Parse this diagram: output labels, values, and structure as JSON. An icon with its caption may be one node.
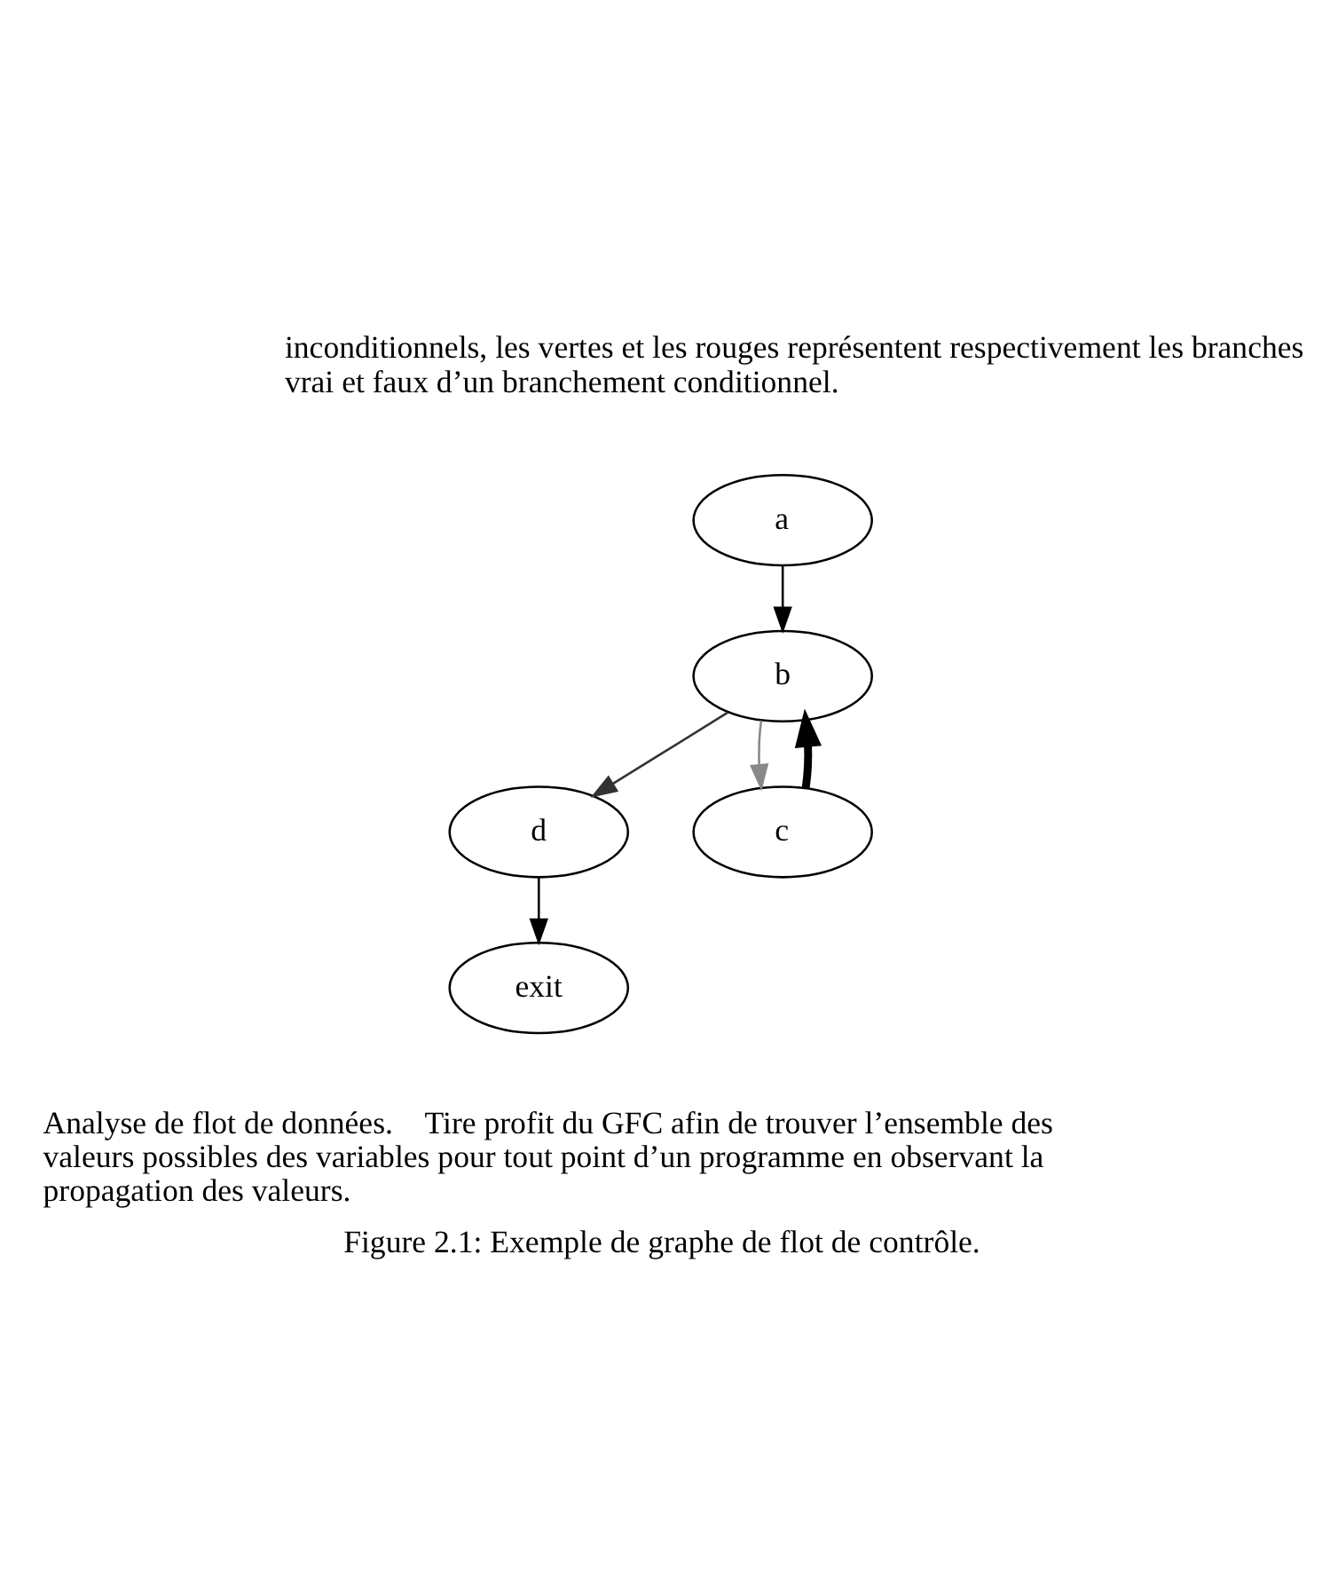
{
  "diagram": {
    "caption": "Figure 2.1: Exemple de graphe de flot de contrôle.",
    "nodes": [
      {
        "text": [
          "a"
        ]
      },
      {
        "text": [
          "b"
        ]
      },
      {
        "text": [
          "d"
        ]
      },
      {
        "text": [
          "c"
        ]
      },
      {
        "text": [
          "exit"
        ]
      }
    ],
    "edges": [
      {
        "from": 0,
        "to": 1,
        "arrow": "to"
      },
      {
        "from": 1,
        "to": 2,
        "arrow": "to",
        "color": "#333333"
      },
      {
        "from": 1,
        "to": 3,
        "arrow": "to",
        "color": "#888888"
      },
      {
        "from": 3,
        "to": 1,
        "arrow": "to",
        "style": "thick"
      },
      {
        "from": 2,
        "to": 4,
        "arrow": "to"
      }
    ],
    "labels": [
      "inconditionnels, les vertes et les rouges représentent respectivement les branches vrai et faux d’un branchement conditionnel.",
      "Analyse de flot de données.",
      "Tire profit du GFC afin de trouver l’ensemble des valeurs possibles des variables pour tout point d’un programme en observant la propagation des valeurs."
    ]
  }
}
